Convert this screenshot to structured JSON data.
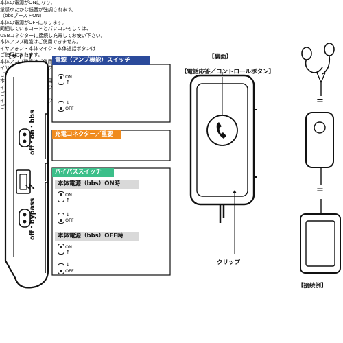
{
  "side": {
    "title": "【サイド】",
    "label_top": "off・on・bbs",
    "label_bottom": "off・bypass",
    "usb_glyph": "⭍"
  },
  "power": {
    "header": "電源（アンプ機能）スイッチ",
    "on_label": "ON",
    "off_label": "OFF",
    "on_text": [
      "本体の電源がONになり、",
      "量感ゆたかな低音が強調されます。",
      "（bbsブーストON）"
    ],
    "off_text": [
      "本体の電源がOFFになります。"
    ]
  },
  "charge": {
    "header": "充電コネクター／重要",
    "text": [
      "同梱しているコードとパソコンもしくは、",
      "USBコネクターに接続し充電してお使い下さい。"
    ]
  },
  "bypass": {
    "header": "バイパススイッチ",
    "bbs_on_header": "本体電源（bbs）ON時",
    "bbs_on_row1": [
      "本体アンプ機能はご使用できません。",
      "イヤフォン・本体マイク・本体通話ボタンは",
      "ご使用になれます。"
    ],
    "bbs_on_row2": [
      "本体アンプ機能はご使用できます。",
      "イヤフォン・本体マイク・本体通話ボタンは",
      "ご使用できません。"
    ],
    "bbs_off_header": "本体電源（bbs）OFF時",
    "bbs_off_row1": [
      "本体アンプ機能はご使用できません。",
      "イヤフォン・本体マイク・本体通話ボタンは",
      "ご使用になれます。"
    ],
    "bbs_off_row2": [
      "イヤフォン・本体マイク・本体通話ボタンは",
      "ご使用できません。"
    ],
    "on_label": "ON",
    "off_label": "OFF"
  },
  "back": {
    "title": "【裏面】",
    "call_button_label": "【電話応答／コントロールボタン】",
    "clip_label": "クリップ"
  },
  "example": {
    "title": "【接続例】",
    "connector_mark": "="
  },
  "colors": {
    "blue": "#2b4a9b",
    "orange": "#f08b1d",
    "green": "#3cbf8a",
    "gray": "#d9d9d9"
  }
}
